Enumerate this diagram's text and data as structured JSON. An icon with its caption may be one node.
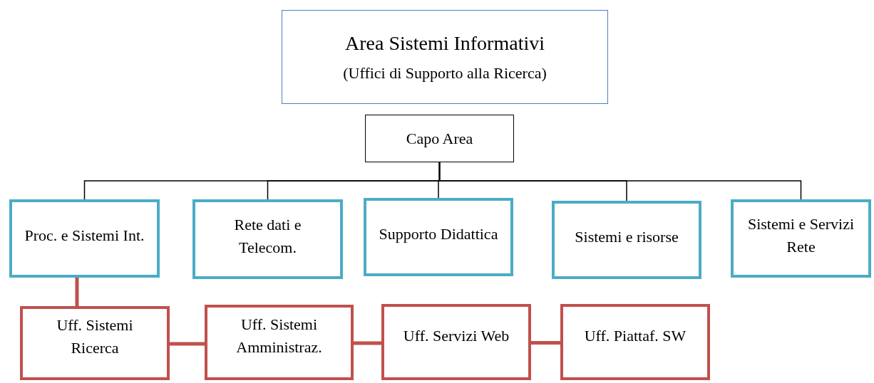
{
  "diagram": {
    "nodes": [
      {
        "text": [
          "Area Sistemi Informativi",
          "(Uffici di Supporto alla Ricerca)"
        ]
      },
      {
        "text": [
          "Capo Area"
        ]
      },
      {
        "text": [
          "Proc. e Sistemi Int."
        ]
      },
      {
        "text": [
          "Rete dati e Telecom."
        ]
      },
      {
        "text": [
          "Supporto Didattica"
        ]
      },
      {
        "text": [
          "Sistemi e risorse"
        ]
      },
      {
        "text": [
          "Sistemi e Servizi Rete"
        ]
      },
      {
        "text": [
          "Uff. Sistemi Ricerca"
        ]
      },
      {
        "text": [
          "Uff. Sistemi Amministraz."
        ]
      },
      {
        "text": [
          "Uff. Servizi Web"
        ]
      },
      {
        "text": [
          "Uff. Piattaf. SW"
        ]
      }
    ],
    "edges": [
      {
        "from": 1,
        "to": 2,
        "arrow": "none"
      },
      {
        "from": 1,
        "to": 3,
        "arrow": "none"
      },
      {
        "from": 1,
        "to": 4,
        "arrow": "none"
      },
      {
        "from": 1,
        "to": 5,
        "arrow": "none"
      },
      {
        "from": 1,
        "to": 6,
        "arrow": "none"
      },
      {
        "from": 2,
        "to": 7,
        "arrow": "none",
        "style": "thick",
        "color": "#c0504d"
      },
      {
        "from": 7,
        "to": 8,
        "arrow": "none",
        "style": "thick",
        "color": "#c0504d"
      },
      {
        "from": 8,
        "to": 9,
        "arrow": "none",
        "style": "thick",
        "color": "#c0504d"
      },
      {
        "from": 9,
        "to": 10,
        "arrow": "none",
        "style": "thick",
        "color": "#c0504d"
      }
    ]
  }
}
